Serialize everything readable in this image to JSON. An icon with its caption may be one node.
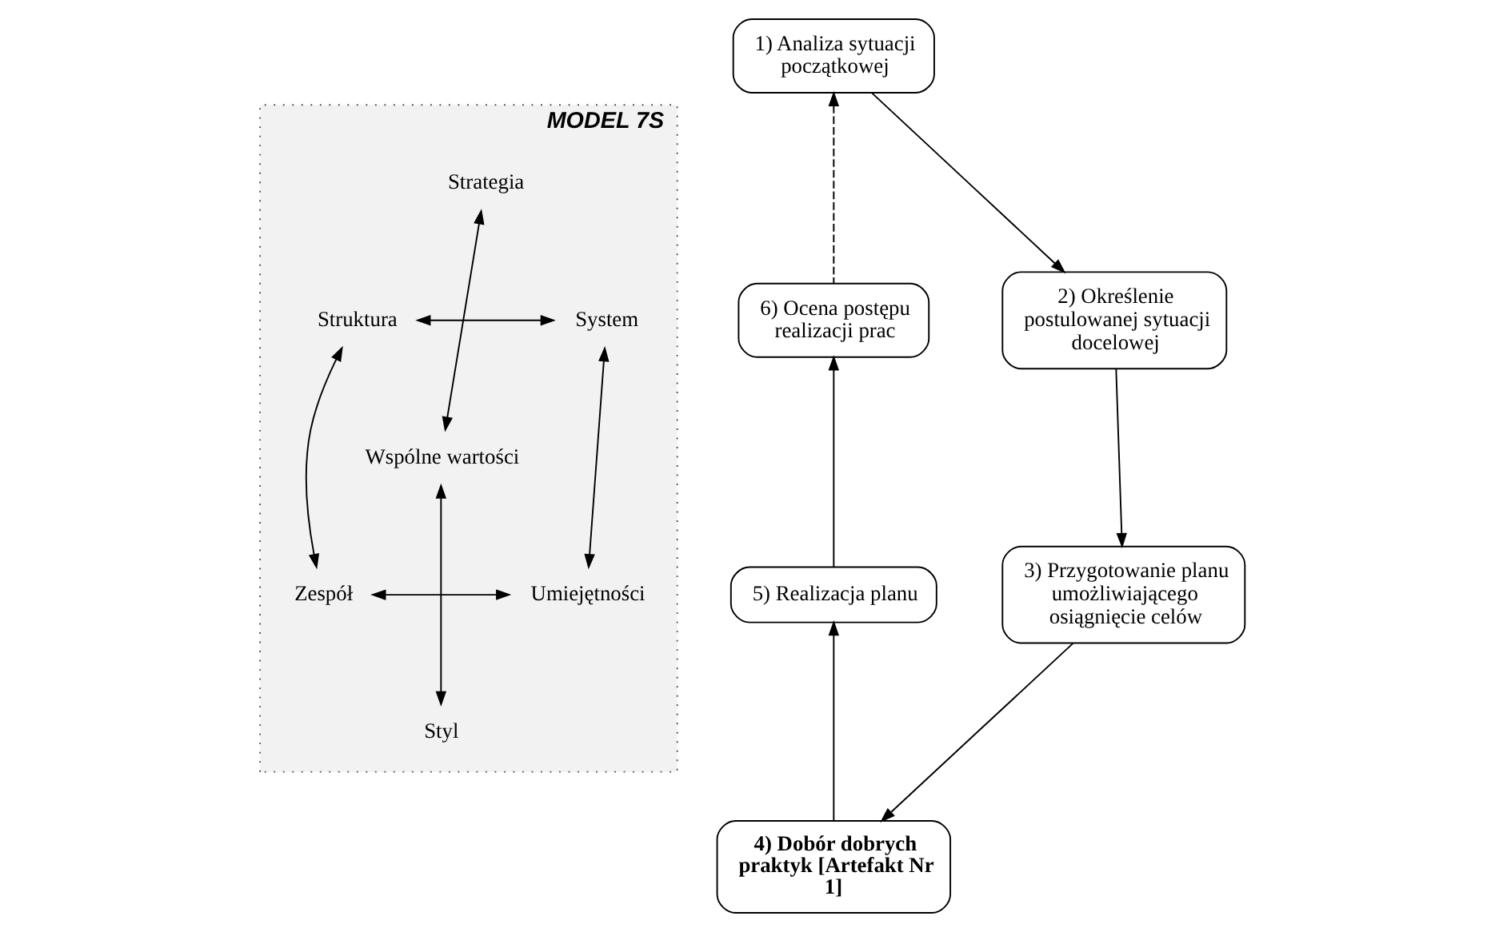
{
  "diagram": {
    "nodes": [
      {
        "text": [
          "1) Analiza sytuacji początkowej"
        ]
      },
      {
        "text": [
          "2) Określenie postulowanej sytuacji docelowej"
        ]
      },
      {
        "text": [
          "3) Przygotowanie planu umożliwiającego osiągnięcie celów"
        ]
      },
      {
        "text": [
          "4) Dobór dobrych praktyk [Artefakt Nr 1]"
        ]
      },
      {
        "text": [
          "5) Realizacja planu"
        ]
      },
      {
        "text": [
          "6) Ocena postępu realizacji prac"
        ]
      },
      {
        "text": [
          "MODEL 7S"
        ]
      },
      {
        "text": [
          "Strategia"
        ],
        "in": 6
      },
      {
        "text": [
          "Struktura"
        ],
        "in": 6
      },
      {
        "text": [
          "System"
        ],
        "in": 6
      },
      {
        "text": [
          "Wspólne wartości"
        ],
        "in": 6
      },
      {
        "text": [
          "Zespół"
        ],
        "in": 6
      },
      {
        "text": [
          "Umiejętności"
        ],
        "in": 6
      },
      {
        "text": [
          "Styl"
        ],
        "in": 6
      }
    ],
    "edges": [
      {
        "from": 0,
        "to": 1,
        "arrow": "to"
      },
      {
        "from": 1,
        "to": 2,
        "arrow": "to"
      },
      {
        "from": 2,
        "to": 3,
        "arrow": "to"
      },
      {
        "from": 3,
        "to": 4,
        "arrow": "to"
      },
      {
        "from": 4,
        "to": 5,
        "arrow": "to"
      },
      {
        "from": 5,
        "to": 0,
        "arrow": "to",
        "style": "dashed"
      },
      {
        "from": 7,
        "to": 10,
        "arrow": "both"
      },
      {
        "from": 8,
        "to": 9,
        "arrow": "both"
      },
      {
        "from": 8,
        "to": 11,
        "arrow": "both"
      },
      {
        "from": 9,
        "to": 12,
        "arrow": "both"
      },
      {
        "from": 11,
        "to": 12,
        "arrow": "both"
      },
      {
        "from": 10,
        "to": 13,
        "arrow": "both"
      }
    ]
  }
}
